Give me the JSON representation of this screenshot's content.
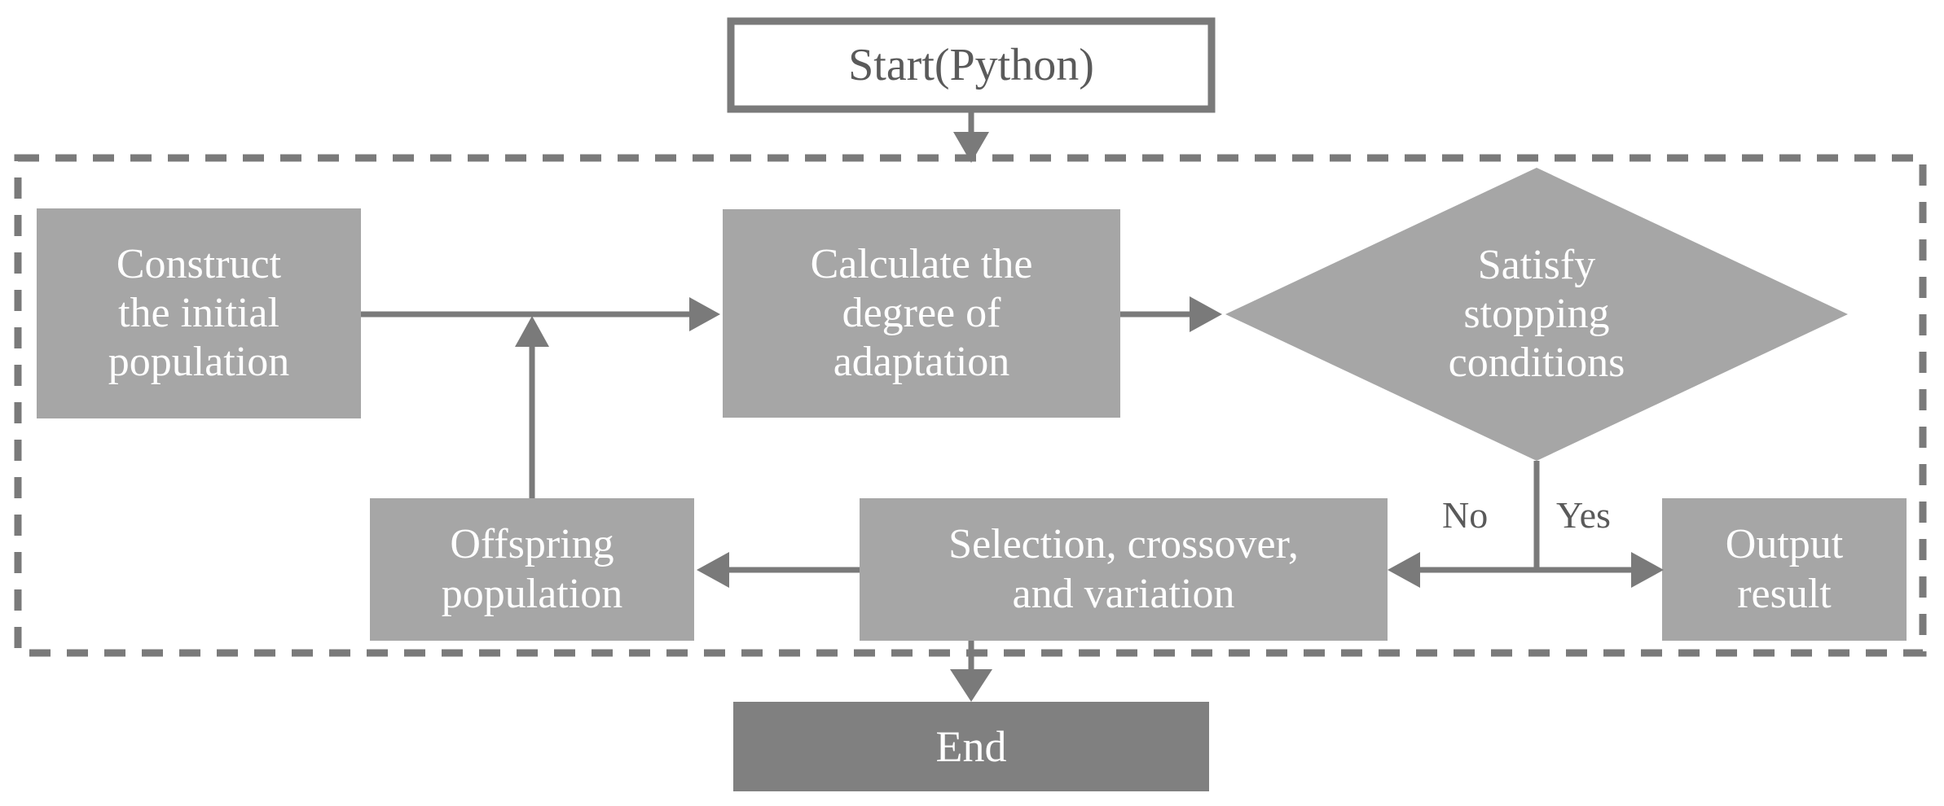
{
  "diagram": {
    "title": "Genetic algorithm flowchart",
    "colors": {
      "stroke": "#7a7a7a",
      "node_fill": "#a6a6a6",
      "terminal_fill": "#808080",
      "start_fill": "#ffffff",
      "start_border": "#7a7a7a",
      "node_text": "#ffffff",
      "label_text": "#5a5a5a",
      "dashed_border": "#7a7a7a",
      "background": "#ffffff"
    },
    "nodes": {
      "start": {
        "label": "Start(Python)",
        "shape": "rectangle",
        "fill": "#ffffff"
      },
      "construct": {
        "label": "Construct\nthe initial\npopulation",
        "shape": "rectangle",
        "fill": "#a6a6a6"
      },
      "calculate": {
        "label": "Calculate the\ndegree of\nadaptation",
        "shape": "rectangle",
        "fill": "#a6a6a6"
      },
      "satisfy": {
        "label": "Satisfy\nstopping\nconditions",
        "shape": "diamond",
        "fill": "#a6a6a6"
      },
      "offspring": {
        "label": "Offspring\npopulation",
        "shape": "rectangle",
        "fill": "#a6a6a6"
      },
      "selection": {
        "label": "Selection, crossover,\nand variation",
        "shape": "rectangle",
        "fill": "#a6a6a6"
      },
      "output": {
        "label": "Output\nresult",
        "shape": "rectangle",
        "fill": "#a6a6a6"
      },
      "end": {
        "label": "End",
        "shape": "rectangle",
        "fill": "#808080"
      }
    },
    "edge_labels": {
      "no": "No",
      "yes": "Yes"
    },
    "edges": [
      {
        "from": "start",
        "to": "calculate",
        "label": ""
      },
      {
        "from": "construct",
        "to": "calculate",
        "label": ""
      },
      {
        "from": "calculate",
        "to": "satisfy",
        "label": ""
      },
      {
        "from": "satisfy",
        "to": "selection",
        "label": "No"
      },
      {
        "from": "satisfy",
        "to": "output",
        "label": "Yes"
      },
      {
        "from": "selection",
        "to": "offspring",
        "label": ""
      },
      {
        "from": "offspring",
        "to": "calculate",
        "label": ""
      },
      {
        "from": "group",
        "to": "end",
        "label": ""
      }
    ],
    "group_box": {
      "style": "dashed"
    }
  }
}
